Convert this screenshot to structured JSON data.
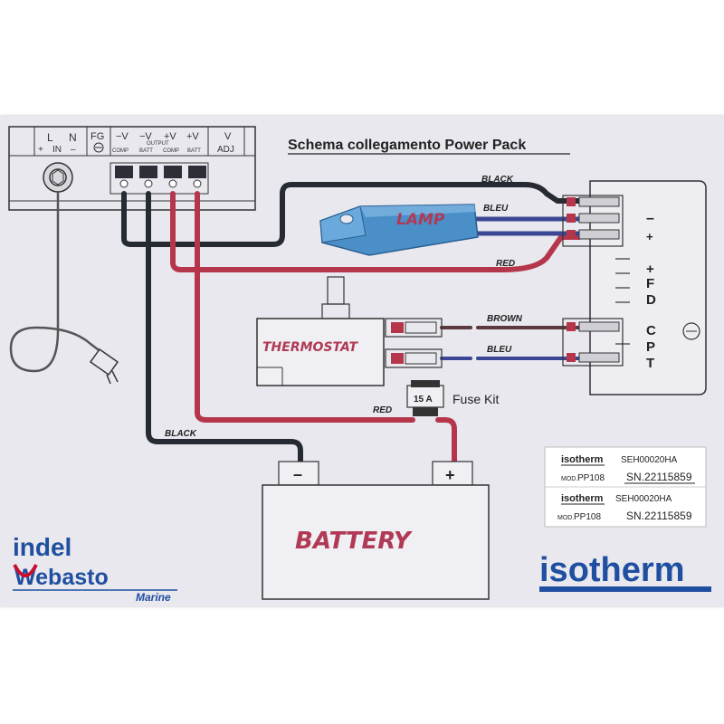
{
  "title": "Schema collegamento Power Pack",
  "psu": {
    "l": "L",
    "n": "N",
    "fg": "FG",
    "plus_in": "+",
    "in": "IN",
    "minus_in": "–",
    "fg_symbol": "⏚",
    "t1": "−V",
    "t2": "−V",
    "t3": "+V",
    "t4": "+V",
    "t5": "V",
    "output": "OUTPUT",
    "s1": "COMP",
    "s2": "BATT",
    "s3": "COMP",
    "s4": "BATT",
    "adj": "ADJ"
  },
  "components": {
    "lamp": "LAMP",
    "thermostat": "THERMOSTAT",
    "battery": "BATTERY",
    "battery_neg": "–",
    "battery_pos": "+",
    "fuse_rating": "15 A",
    "fuse_kit": "Fuse Kit"
  },
  "wires": {
    "black_top": "BLACK",
    "bleu_top": "BLEU",
    "red_top": "RED",
    "brown": "BROWN",
    "bleu_mid": "BLEU",
    "red_bottom": "RED",
    "black_bottom": "BLACK"
  },
  "compressor": {
    "minus": "–",
    "plus": "+",
    "plus_fd": "+",
    "f": "F",
    "d": "D",
    "c": "C",
    "p": "P",
    "t": "T"
  },
  "labels": [
    {
      "brand": "isotherm",
      "code": "SEH00020HA",
      "mod_prefix": "MOD.",
      "model": "PP108",
      "serial": "SN.22115859"
    },
    {
      "brand": "isotherm",
      "code": "SEH00020HA",
      "mod_prefix": "MOD.",
      "model": "PP108",
      "serial": "SN.22115859"
    }
  ],
  "logos": {
    "indel": "indel",
    "webasto": "Webasto",
    "marine": "Marine",
    "isotherm": "isotherm"
  },
  "colors": {
    "paper": "#e9e8ee",
    "black_wire": "#262a33",
    "blue_wire": "#3b4793",
    "red_wire": "#b5364b",
    "brown_wire": "#5a3a3e",
    "lamp": "#4a8fc8",
    "brand_blue": "#1f4fa0",
    "handwriting": "#b03a55"
  }
}
